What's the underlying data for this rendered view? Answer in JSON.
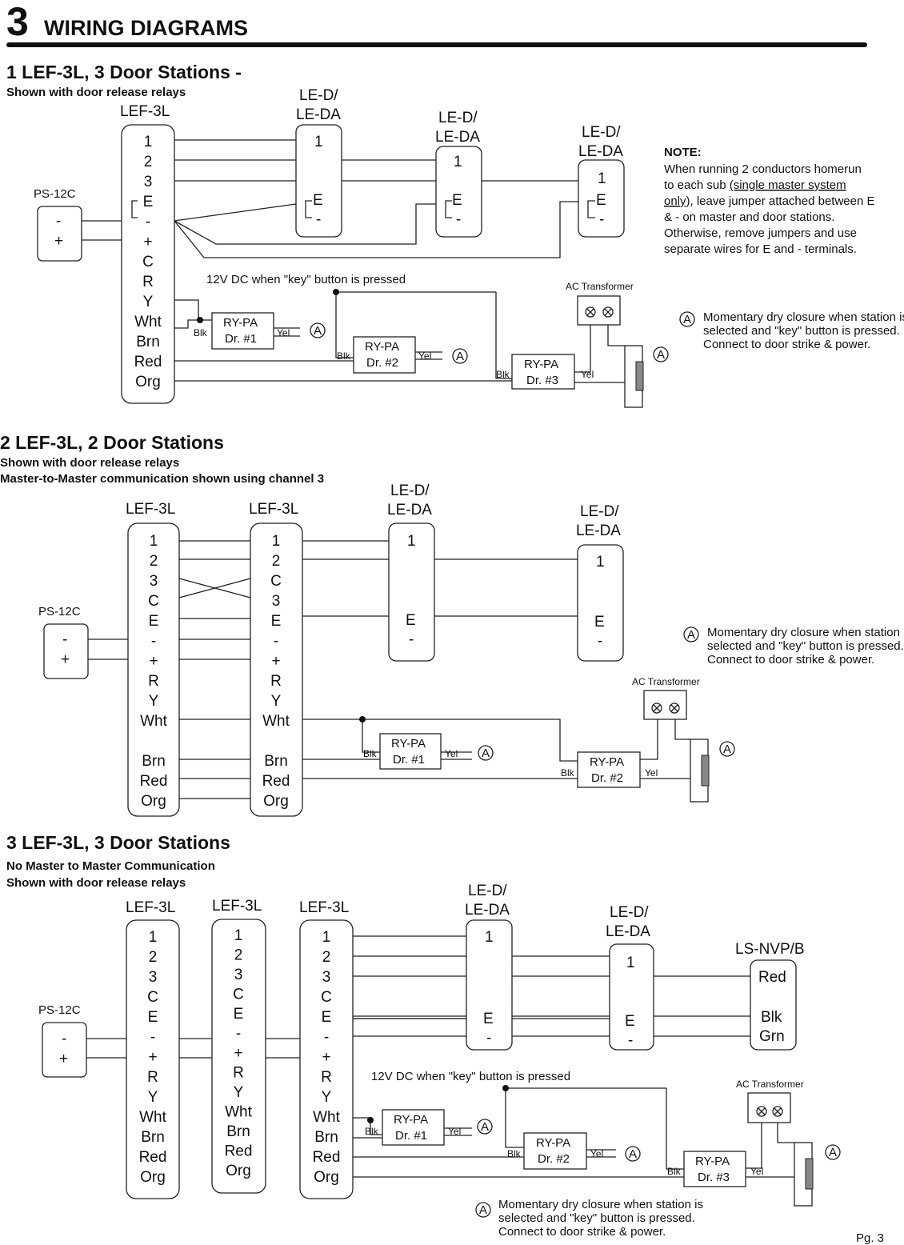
{
  "page": {
    "section_number": "3",
    "section_title": "WIRING DIAGRAMS",
    "page_number": "Pg. 3"
  },
  "diagram1": {
    "title": "1 LEF-3L, 3 Door Stations -",
    "subtitle": "Shown with door release relays",
    "power_supply": {
      "label": "PS-12C",
      "terminals": [
        "-",
        "+"
      ]
    },
    "master": {
      "label": "LEF-3L",
      "terminals": [
        "1",
        "2",
        "3",
        "E",
        "-",
        "+",
        "C",
        "R",
        "Y",
        "Wht",
        "Brn",
        "Red",
        "Org"
      ]
    },
    "doors": [
      {
        "label_line1": "LE-D/",
        "label_line2": "LE-DA",
        "terminals": [
          "1",
          "E",
          "-"
        ]
      },
      {
        "label_line1": "LE-D/",
        "label_line2": "LE-DA",
        "terminals": [
          "1",
          "E",
          "-"
        ]
      },
      {
        "label_line1": "LE-D/",
        "label_line2": "LE-DA",
        "terminals": [
          "1",
          "E",
          "-"
        ]
      }
    ],
    "note_heading": "NOTE:",
    "note_lines": [
      "When running 2 conductors homerun",
      "to each sub ",
      "(single master system",
      "only)",
      ", leave jumper attached between E",
      "& - on master and door stations.",
      "Otherwise, remove jumpers and use",
      "separate wires for E and - terminals."
    ],
    "dc_label": "12V DC when \"key\" button is pressed",
    "transformer_label": "AC Transformer",
    "relays": [
      {
        "name": "RY-PA",
        "door": "Dr. #1",
        "in": "Blk",
        "out": "Yel",
        "marker": "A"
      },
      {
        "name": "RY-PA",
        "door": "Dr. #2",
        "in": "Blk",
        "out": "Yel",
        "marker": "A"
      },
      {
        "name": "RY-PA",
        "door": "Dr. #3",
        "in": "Blk",
        "out": "Yel",
        "marker": "A"
      }
    ],
    "legend": {
      "marker": "A",
      "lines": [
        "Momentary dry closure when station is",
        "selected and \"key\" button is pressed.",
        "Connect to door strike & power."
      ]
    }
  },
  "diagram2": {
    "title": "2 LEF-3L, 2 Door Stations",
    "subtitle1": "Shown with door release relays",
    "subtitle2": "Master-to-Master communication shown using channel 3",
    "power_supply": {
      "label": "PS-12C",
      "terminals": [
        "-",
        "+"
      ]
    },
    "masters": [
      {
        "label": "LEF-3L",
        "terminals": [
          "1",
          "2",
          "3",
          "C",
          "E",
          "-",
          "+",
          "R",
          "Y",
          "Wht",
          "",
          "Brn",
          "Red",
          "Org"
        ]
      },
      {
        "label": "LEF-3L",
        "terminals": [
          "1",
          "2",
          "C",
          "3",
          "E",
          "-",
          "+",
          "R",
          "Y",
          "Wht",
          "",
          "Brn",
          "Red",
          "Org"
        ]
      }
    ],
    "doors": [
      {
        "label_line1": "LE-D/",
        "label_line2": "LE-DA",
        "terminals": [
          "1",
          "E",
          "-"
        ]
      },
      {
        "label_line1": "LE-D/",
        "label_line2": "LE-DA",
        "terminals": [
          "1",
          "E",
          "-"
        ]
      }
    ],
    "transformer_label": "AC Transformer",
    "relays": [
      {
        "name": "RY-PA",
        "door": "Dr. #1",
        "in": "Blk",
        "out": "Yel",
        "marker": "A"
      },
      {
        "name": "RY-PA",
        "door": "Dr. #2",
        "in": "Blk",
        "out": "Yel",
        "marker": "A"
      }
    ],
    "legend": {
      "marker": "A",
      "lines": [
        "Momentary dry closure when station is",
        "selected and \"key\" button is pressed.",
        "Connect to door strike & power."
      ]
    }
  },
  "diagram3": {
    "title": "3 LEF-3L, 3 Door Stations",
    "subtitle1": "No Master to Master Communication",
    "subtitle2": "Shown with door release relays",
    "power_supply": {
      "label": "PS-12C",
      "terminals": [
        "-",
        "+"
      ]
    },
    "masters": [
      {
        "label": "LEF-3L",
        "terminals": [
          "1",
          "2",
          "3",
          "C",
          "E",
          "-",
          "+",
          "R",
          "Y",
          "Wht",
          "Brn",
          "Red",
          "Org"
        ]
      },
      {
        "label": "LEF-3L",
        "terminals": [
          "1",
          "2",
          "3",
          "C",
          "E",
          "-",
          "+",
          "R",
          "Y",
          "Wht",
          "Brn",
          "Red",
          "Org"
        ]
      },
      {
        "label": "LEF-3L",
        "terminals": [
          "1",
          "2",
          "3",
          "C",
          "E",
          "-",
          "+",
          "R",
          "Y",
          "Wht",
          "Brn",
          "Red",
          "Org"
        ]
      }
    ],
    "doors": [
      {
        "label_line1": "LE-D/",
        "label_line2": "LE-DA",
        "terminals": [
          "1",
          "E",
          "-"
        ]
      },
      {
        "label_line1": "LE-D/",
        "label_line2": "LE-DA",
        "terminals": [
          "1",
          "E",
          "-"
        ]
      }
    ],
    "nvp": {
      "label": "LS-NVP/B",
      "terminals": [
        "Red",
        "",
        "Blk",
        "Grn"
      ]
    },
    "dc_label": "12V DC when \"key\" button is pressed",
    "transformer_label": "AC Transformer",
    "relays": [
      {
        "name": "RY-PA",
        "door": "Dr. #1",
        "in": "Blk",
        "out": "Yel",
        "marker": "A"
      },
      {
        "name": "RY-PA",
        "door": "Dr. #2",
        "in": "Blk",
        "out": "Yel",
        "marker": "A"
      },
      {
        "name": "RY-PA",
        "door": "Dr. #3",
        "in": "Blk",
        "out": "Yel",
        "marker": "A"
      }
    ],
    "legend": {
      "marker": "A",
      "lines": [
        "Momentary dry closure when station is",
        "selected and \"key\" button is pressed.",
        "Connect to door strike & power."
      ]
    }
  }
}
